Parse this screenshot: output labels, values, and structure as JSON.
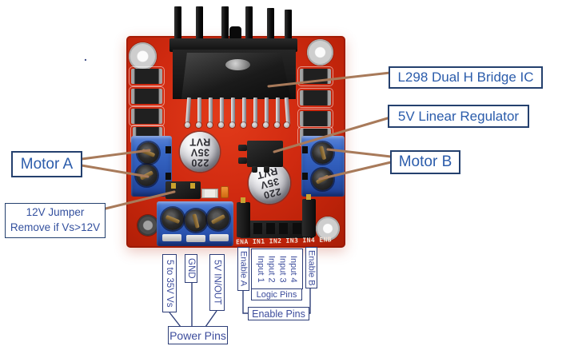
{
  "annotations": {
    "l298_label": "L298 Dual H Bridge IC",
    "regulator_label": "5V Linear Regulator",
    "motor_a_label": "Motor A",
    "motor_b_label": "Motor B",
    "jumper_label_line1": "12V Jumper",
    "jumper_label_line2": "Remove if Vs>12V"
  },
  "pin_labels": {
    "vs": "5 to 35V Vs",
    "gnd": "GND",
    "five_v_in_out": "5V IN/OUT",
    "enable_a": "Enable A",
    "inputs": [
      "Input 1",
      "Input 2",
      "Input 3",
      "Input 4"
    ],
    "enable_b": "Enable B"
  },
  "group_labels": {
    "power_pins": "Power Pins",
    "logic_pins": "Logic Pins",
    "enable_pins": "Enable Pins"
  },
  "board": {
    "silkscreen_pins": "ENA IN1 IN2 IN3 IN4 ENB",
    "capacitor_print": [
      "220",
      "35V",
      "RVT"
    ]
  },
  "misc": {
    "stray_dot": "."
  },
  "colors": {
    "pcb_red": "#cf2a10",
    "terminal_blue": "#3565c4",
    "annotation_line_brown": "#a87a5a",
    "callout_border_navy": "#24406e",
    "callout_text_blue": "#2b5cab",
    "pin_label_text": "#3c4c9c",
    "capacitor_silver": "#c9c9cf",
    "heatsink_black": "#161616"
  }
}
